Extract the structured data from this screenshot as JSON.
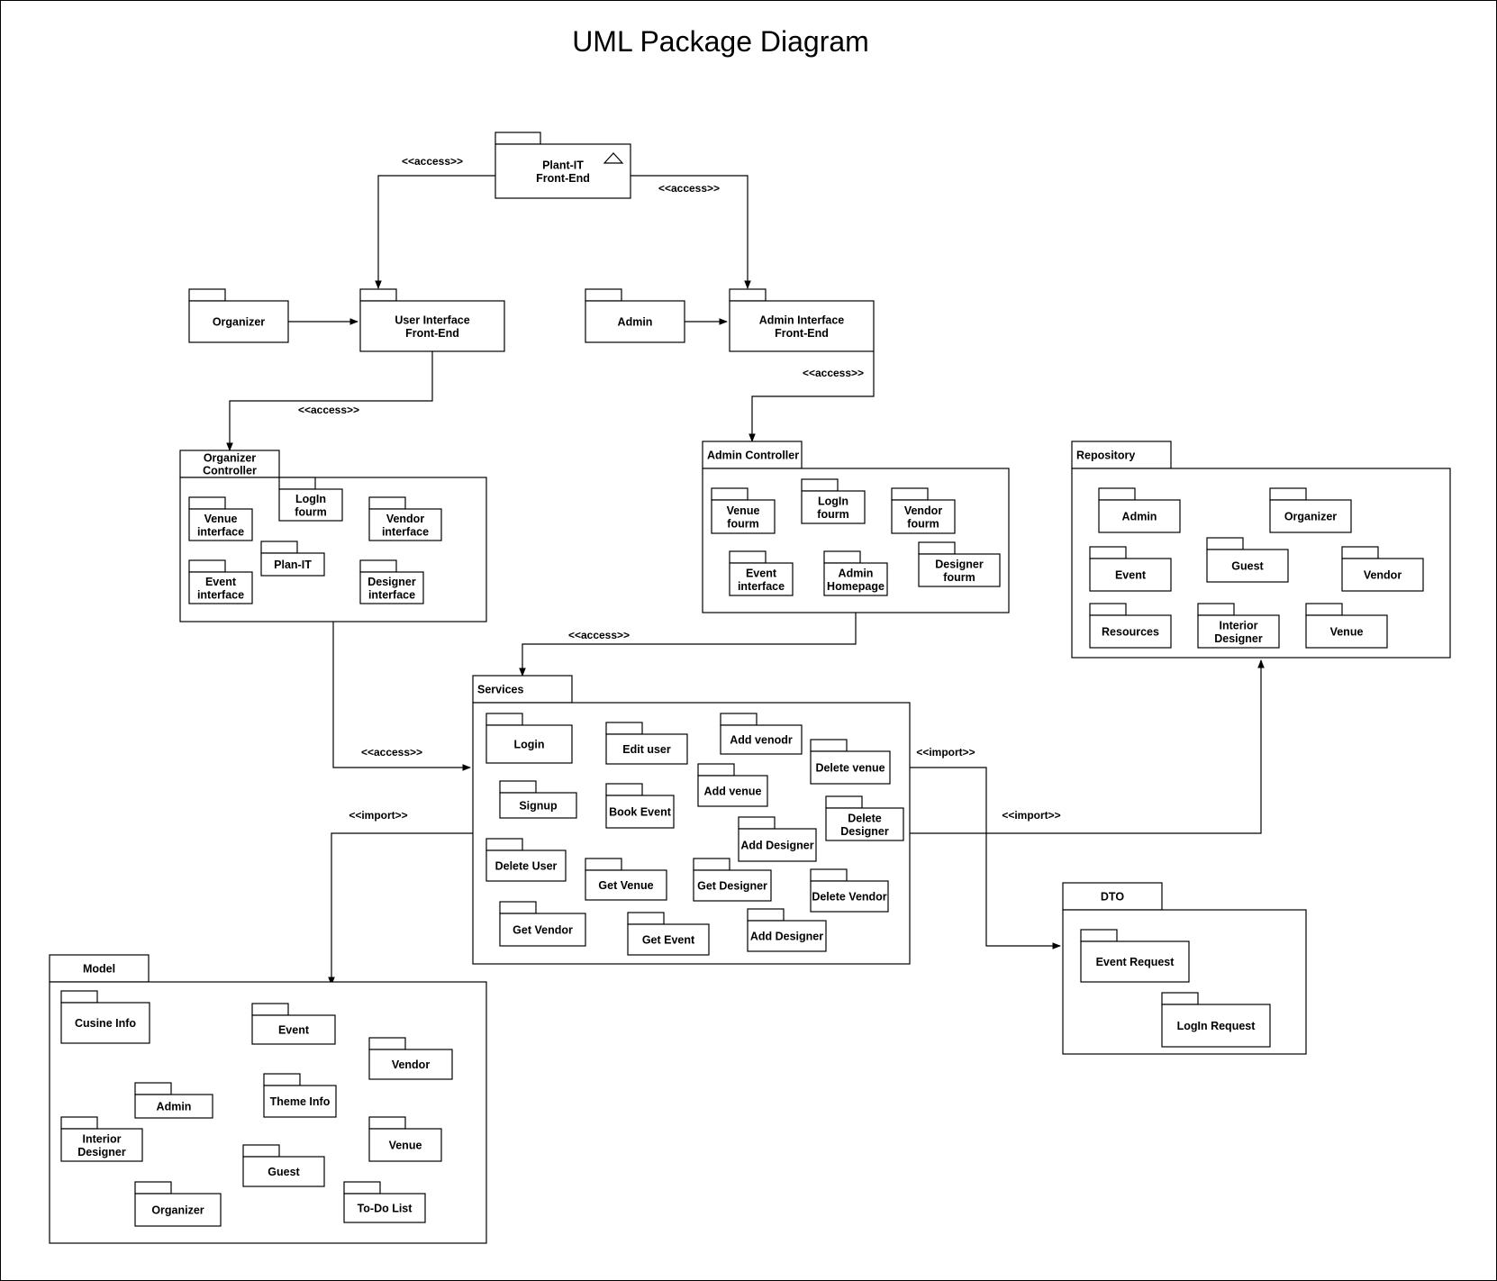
{
  "title": "UML Package Diagram",
  "packages": {
    "plantit": "Plant-IT\nFront-End",
    "organizer": "Organizer",
    "user_interface": "User Interface\nFront-End",
    "admin": "Admin",
    "admin_interface": "Admin Interface\nFront-End",
    "organizer_controller": "Organizer\nController",
    "admin_controller": "Admin Controller",
    "repository": "Repository",
    "services": "Services",
    "dto": "DTO",
    "model": "Model"
  },
  "organizer_controller_items": [
    "Venue\ninterface",
    "LogIn\nfourm",
    "Vendor\ninterface",
    "Plan-IT",
    "Event\ninterface",
    "Designer\ninterface"
  ],
  "admin_controller_items": [
    "Venue\nfourm",
    "LogIn\nfourm",
    "Vendor\nfourm",
    "Event\ninterface",
    "Admin\nHomepage",
    "Designer\nfourm"
  ],
  "repository_items": [
    "Admin",
    "Organizer",
    "Event",
    "Guest",
    "Vendor",
    "Resources",
    "Interior\nDesigner",
    "Venue"
  ],
  "services_items": [
    "Login",
    "Edit user",
    "Add venodr",
    "Delete venue",
    "Add venue",
    "Signup",
    "Book Event",
    "Delete\nDesigner",
    "Add Designer",
    "Delete User",
    "Get Venue",
    "Get Designer",
    "Delete Vendor",
    "Get Vendor",
    "Get Event",
    "Add Designer"
  ],
  "dto_items": [
    "Event Request",
    "LogIn Request"
  ],
  "model_items": [
    "Cusine Info",
    "Event",
    "Vendor",
    "Admin",
    "Theme Info",
    "Interior\nDesigner",
    "Venue",
    "Guest",
    "Organizer",
    "To-Do List"
  ],
  "relations": {
    "access": "<<access>>",
    "import": "<<import>>"
  }
}
